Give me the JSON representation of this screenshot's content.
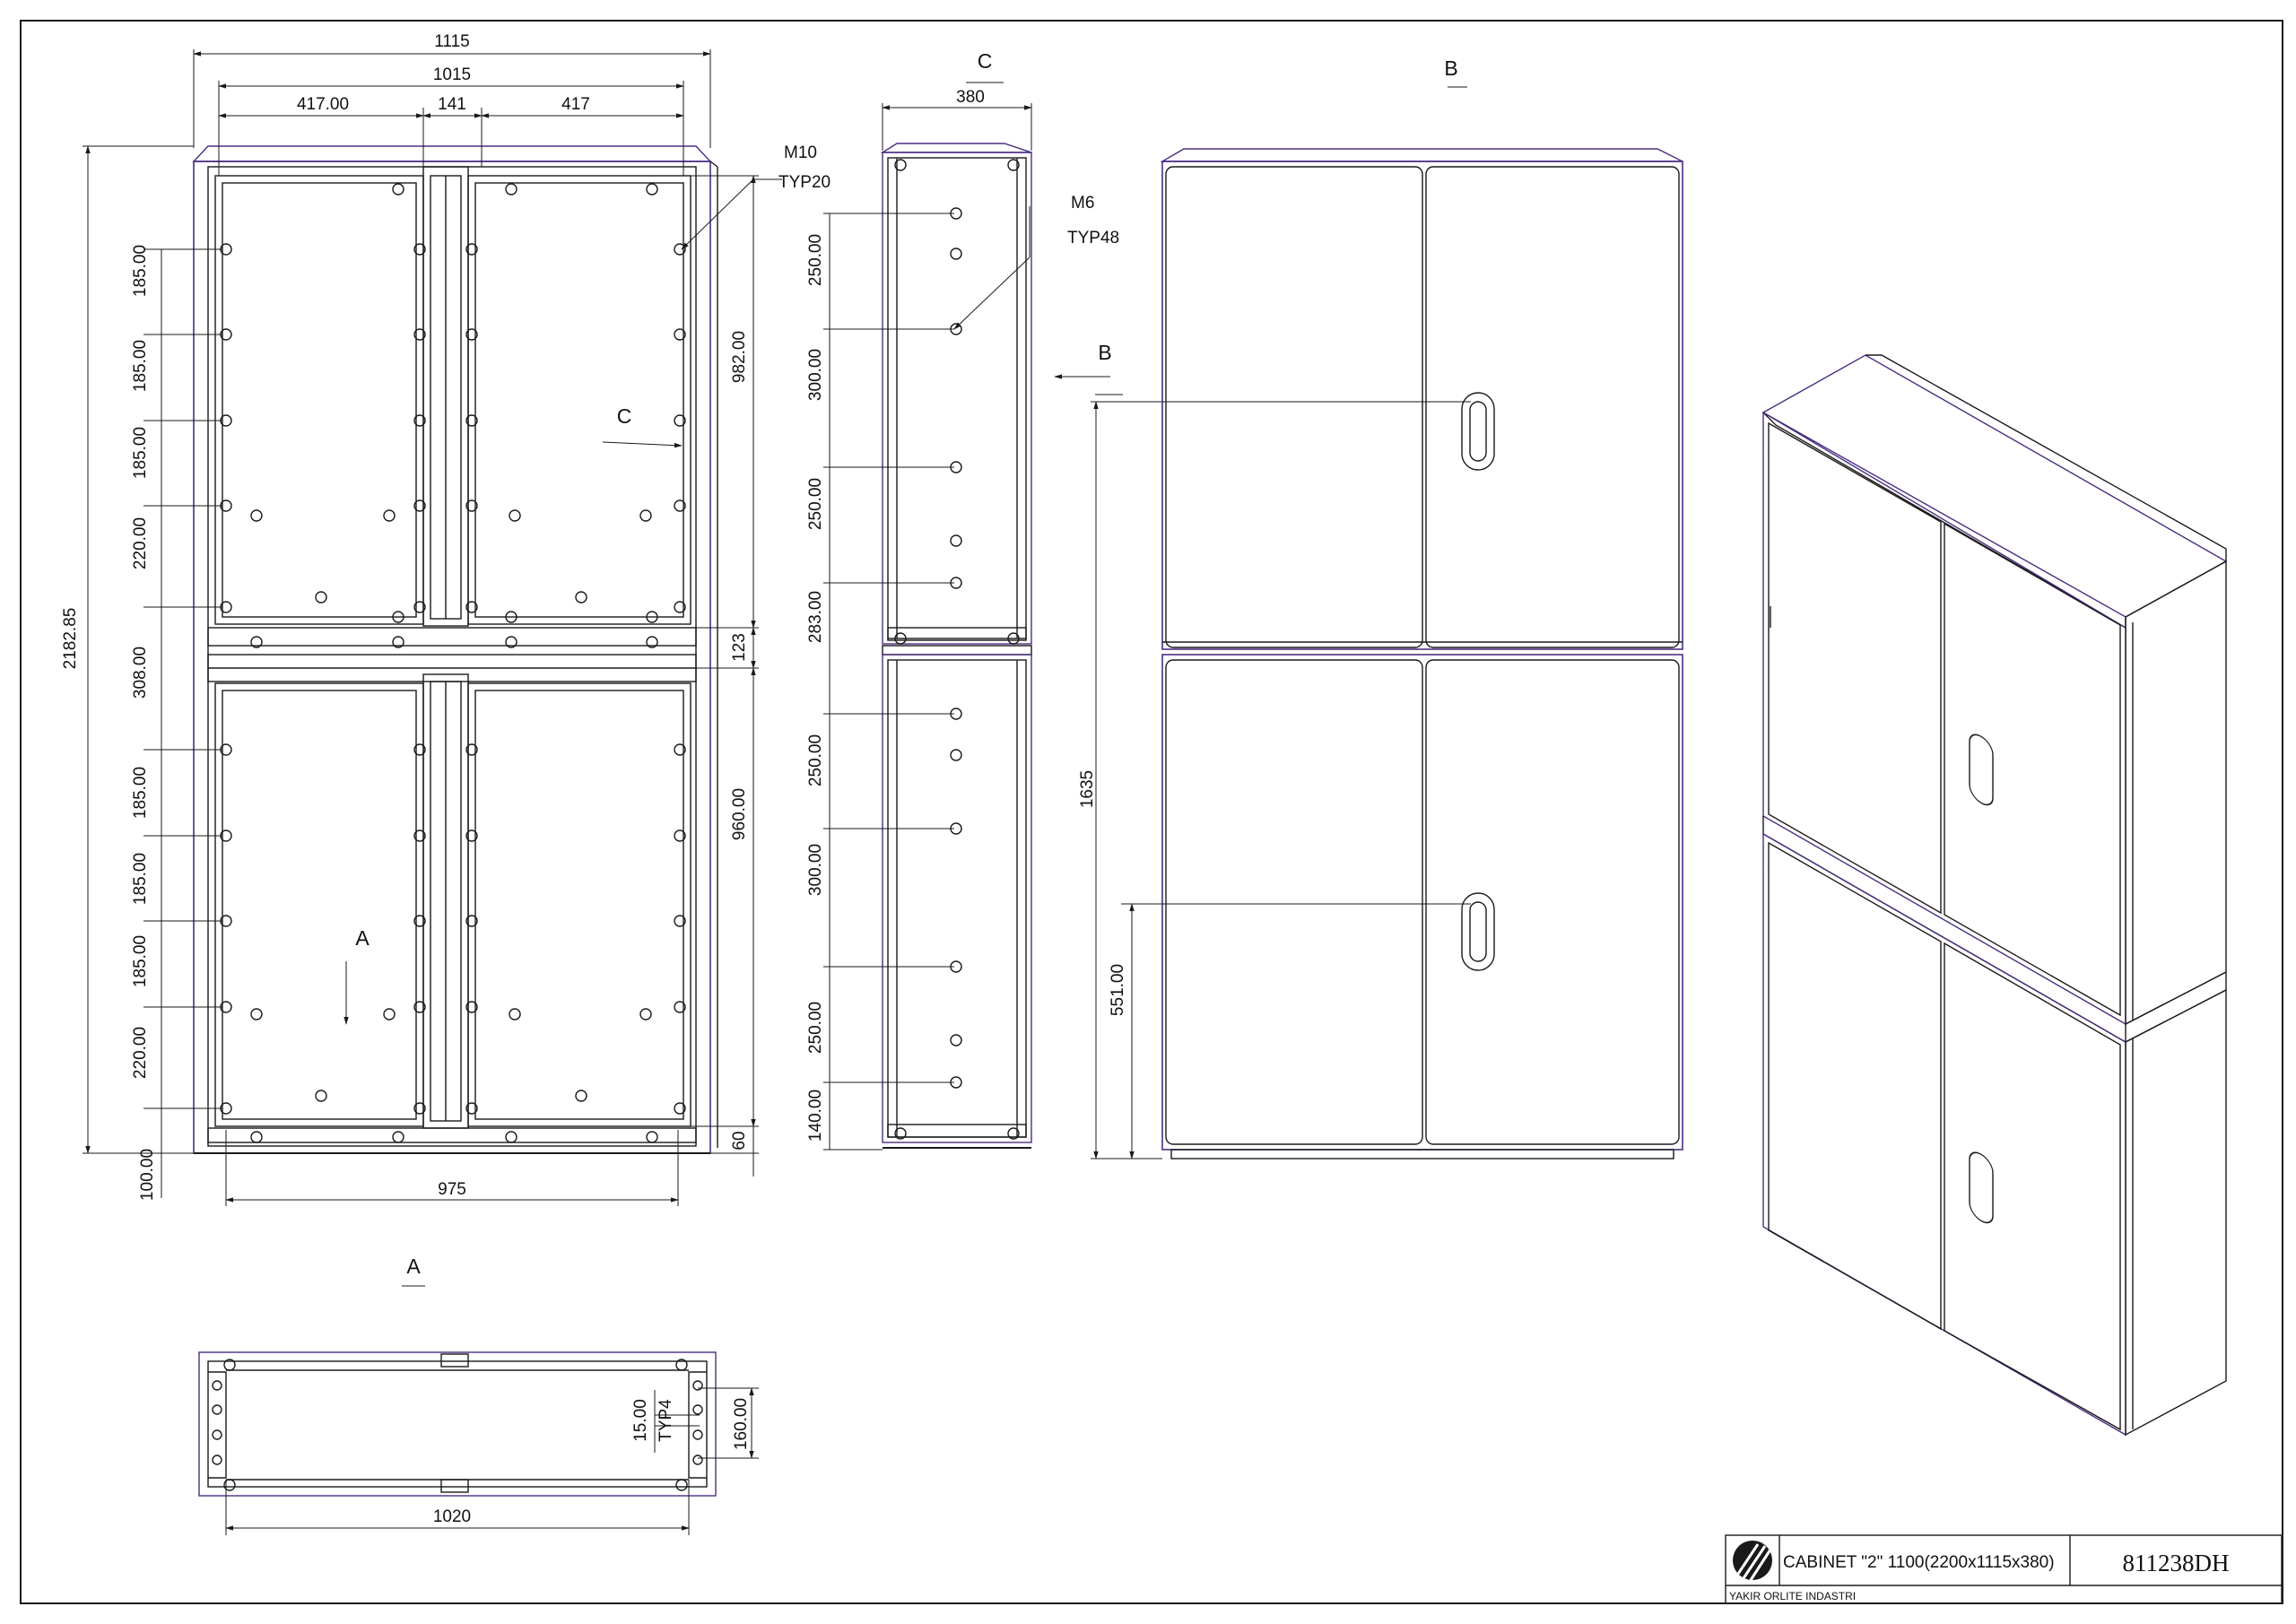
{
  "front_view": {
    "dims_top": [
      "1115",
      "1015",
      "417.00",
      "141",
      "417"
    ],
    "dim_height_total": "2182.85",
    "dims_left": [
      "185.00",
      "185.00",
      "185.00",
      "220.00",
      "308.00",
      "185.00",
      "185.00",
      "185.00",
      "220.00",
      "100.00"
    ],
    "dims_right": [
      "982.00",
      "123",
      "960.00",
      "60"
    ],
    "dim_bottom": "975",
    "callout_bolt": "M10",
    "callout_bolt_qty": "TYP20",
    "view_marker_c": "C",
    "view_marker_a": "A"
  },
  "side_view_c": {
    "title": "C",
    "dim_width": "380",
    "callout_bolt": "M6",
    "callout_bolt_qty": "TYP48",
    "dims": [
      "250.00",
      "300.00",
      "250.00",
      "283.00",
      "250.00",
      "300.00",
      "250.00",
      "140.00"
    ],
    "view_marker_b": "B"
  },
  "view_b": {
    "title": "B",
    "dim_handle_upper": "1635",
    "dim_handle_lower": "551.00"
  },
  "view_a": {
    "title": "A",
    "dim_width": "1020",
    "dim_height": "160.00",
    "dim_slot": "15.00",
    "dim_slot_qty": "TYP4"
  },
  "title_block": {
    "description": "CABINET \"2\" 1100(2200x1115x380)",
    "drawing_number": "811238DH",
    "company": "YAKIR ORLITE INDASTRI",
    "logo_icon": "yakir-logo-icon"
  },
  "colors": {
    "line": "#1a1a1a",
    "outline_accent": "#4b2e83",
    "paper": "#ffffff"
  }
}
